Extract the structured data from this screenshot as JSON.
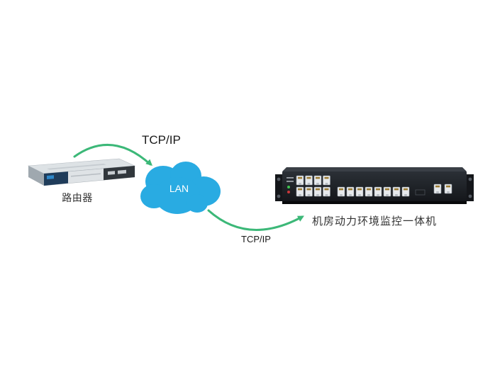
{
  "diagram": {
    "nodes": {
      "router": {
        "label": "路由器"
      },
      "lan_cloud": {
        "label": "LAN"
      },
      "monitor": {
        "label": "机房动力环境监控一体机"
      }
    },
    "links": {
      "router_to_cloud": {
        "label": "TCP/IP"
      },
      "cloud_to_monitor": {
        "label": "TCP/IP"
      }
    }
  },
  "colors": {
    "arrow_green": "#3cb878",
    "cloud_blue": "#29abe2",
    "label_text": "#333333",
    "device_black": "#16181c"
  }
}
